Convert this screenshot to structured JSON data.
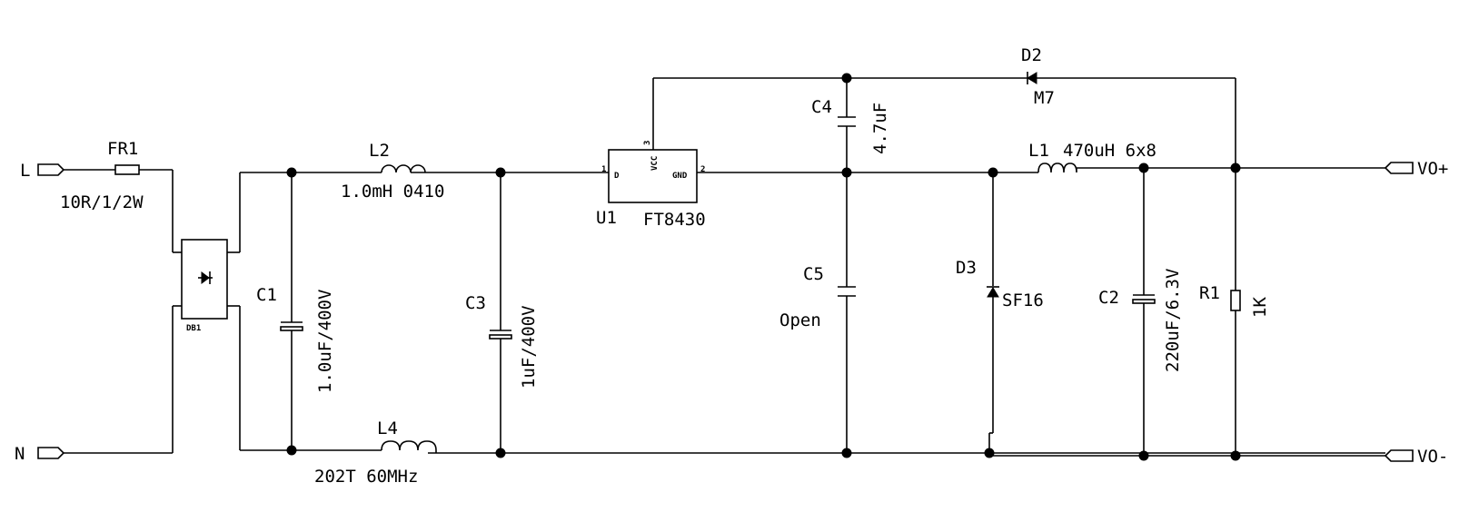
{
  "terminals": {
    "line": "L",
    "neutral": "N",
    "vo_plus": "VO+",
    "vo_minus": "VO-"
  },
  "components": {
    "fr1": {
      "ref": "FR1",
      "value": "10R/1/2W"
    },
    "db1": {
      "ref": "DB1"
    },
    "c1": {
      "ref": "C1",
      "value": "1.0uF/400V"
    },
    "l2": {
      "ref": "L2",
      "value": "1.0mH  0410"
    },
    "l4": {
      "ref": "L4",
      "value": "202T  60MHz"
    },
    "c3": {
      "ref": "C3",
      "value": "1uF/400V"
    },
    "u1": {
      "ref": "U1",
      "part": "FT8430",
      "pin1": "1",
      "pin1_name": "D",
      "pin2": "2",
      "pin2_name": "GND",
      "pin3": "3",
      "pin3_name": "VCC"
    },
    "c4": {
      "ref": "C4",
      "value": "4.7uF"
    },
    "c5": {
      "ref": "C5",
      "value": "Open"
    },
    "d2": {
      "ref": "D2",
      "value": "M7"
    },
    "l1": {
      "ref": "L1",
      "value": "470uH  6x8"
    },
    "d3": {
      "ref": "D3",
      "value": "SF16"
    },
    "c2": {
      "ref": "C2",
      "value": "220uF/6.3V"
    },
    "r1": {
      "ref": "R1",
      "value": "1K"
    }
  }
}
